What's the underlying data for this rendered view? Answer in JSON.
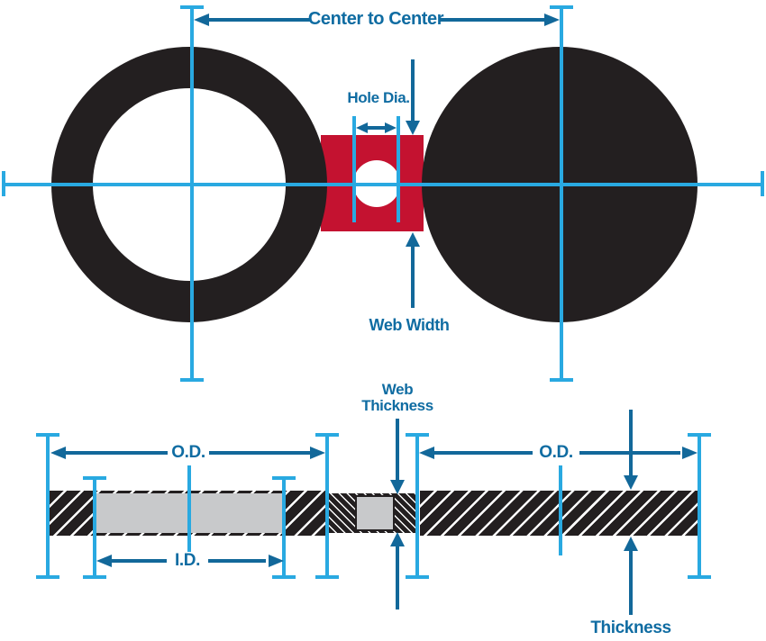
{
  "top_view": {
    "labels": {
      "center_to_center": "Center to Center",
      "hole_dia": "Hole Dia.",
      "web_width": "Web Width"
    }
  },
  "side_view": {
    "labels": {
      "web_thickness_line1": "Web",
      "web_thickness_line2": "Thickness",
      "od_left": "O.D.",
      "od_right": "O.D.",
      "id": "I.D.",
      "thickness": "Thickness"
    }
  },
  "colors": {
    "dimension_cyan": "#29A9E1",
    "annotation_navy": "#12689A",
    "web_red": "#C41230",
    "flange_black": "#231F20",
    "bore_gray": "#C8C9CB",
    "background": "#FFFFFF"
  }
}
